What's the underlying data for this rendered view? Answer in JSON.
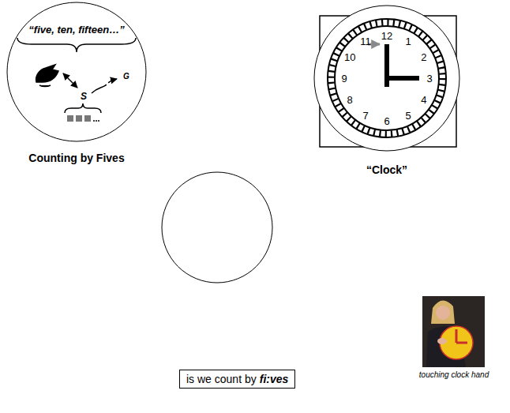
{
  "diagram": {
    "nodes": [
      {
        "text": [
          "“five, ten, fifteen…”",
          "S",
          "G",
          "Counting by Fives"
        ]
      },
      {
        "text": [
          "“Clock”"
        ]
      },
      {
        "text": [
          "is we count by",
          "fi:ves"
        ]
      }
    ],
    "labels": [
      "12",
      "1",
      "2",
      "3",
      "4",
      "5",
      "6",
      "7",
      "8",
      "9",
      "10",
      "11",
      "touching clock hand"
    ]
  }
}
